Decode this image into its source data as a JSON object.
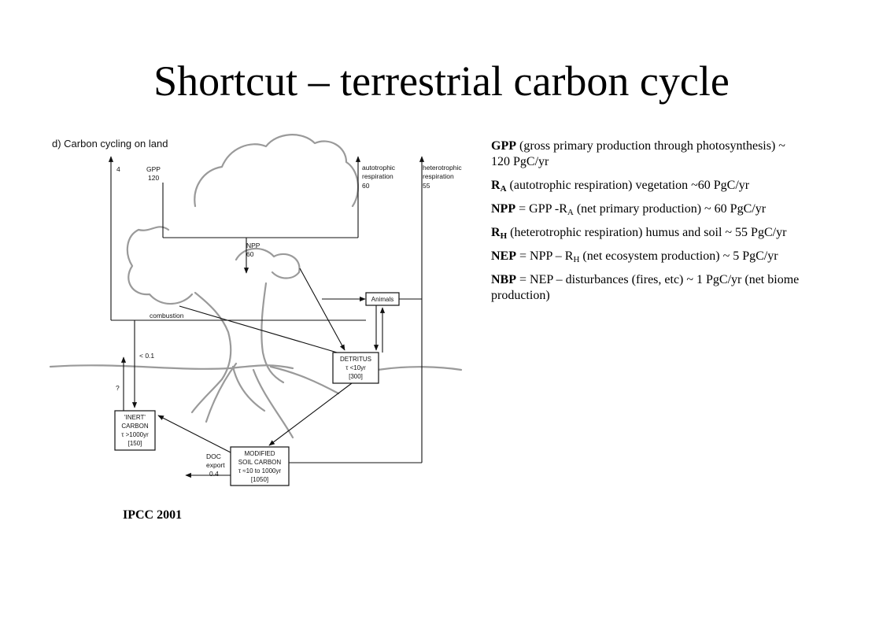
{
  "title": "Shortcut – terrestrial carbon cycle",
  "diagram": {
    "heading": "d) Carbon cycling on land",
    "flows": {
      "left_value": "4",
      "gpp_name": "GPP",
      "gpp_value": "120",
      "auto_resp_1": "autotrophic",
      "auto_resp_2": "respiration",
      "auto_resp_value": "60",
      "hetero_resp_1": "heterotrophic",
      "hetero_resp_2": "respiration",
      "hetero_resp_value": "55",
      "npp_name": "NPP",
      "npp_value": "60",
      "combustion": "combustion",
      "less_than": "< 0.1",
      "question": "?",
      "doc_1": "DOC",
      "doc_2": "export",
      "doc_3": "0.4"
    },
    "boxes": {
      "animals": "Animals",
      "detritus_1": "DETRITUS",
      "detritus_2": "τ <10yr",
      "detritus_3": "[300]",
      "inert_1": "'INERT'",
      "inert_2": "CARBON",
      "inert_3": "τ >1000yr",
      "inert_4": "[150]",
      "soil_1": "MODIFIED",
      "soil_2": "SOIL CARBON",
      "soil_3": "τ ≈10 to 1000yr",
      "soil_4": "[1050]"
    }
  },
  "notes": [
    {
      "parts": [
        {
          "t": "GPP",
          "s": "b"
        },
        {
          "t": " (gross primary production through photosynthesis) ~ 120 PgC/yr",
          "s": ""
        }
      ]
    },
    {
      "parts": [
        {
          "t": "R",
          "s": "b"
        },
        {
          "t": "A",
          "s": "b-sub"
        },
        {
          "t": " (autotrophic respiration) vegetation ~60 PgC/yr",
          "s": ""
        }
      ]
    },
    {
      "parts": [
        {
          "t": "NPP",
          "s": "b"
        },
        {
          "t": " = GPP -R",
          "s": ""
        },
        {
          "t": "A",
          "s": "sub"
        },
        {
          "t": " (net primary production)  ~ 60 PgC/yr",
          "s": ""
        }
      ]
    },
    {
      "parts": [
        {
          "t": "R",
          "s": "b"
        },
        {
          "t": "H",
          "s": "b-sub"
        },
        {
          "t": " (heterotrophic respiration) humus and soil ~ 55 PgC/yr",
          "s": ""
        }
      ]
    },
    {
      "parts": [
        {
          "t": "NEP",
          "s": "b"
        },
        {
          "t": " = NPP – R",
          "s": ""
        },
        {
          "t": "H",
          "s": "sub"
        },
        {
          "t": " (net ecosystem production) ~ 5 PgC/yr",
          "s": ""
        }
      ]
    },
    {
      "parts": [
        {
          "t": "NBP",
          "s": "b"
        },
        {
          "t": " = NEP – disturbances (fires, etc) ~ 1 PgC/yr (net biome production)",
          "s": ""
        }
      ]
    }
  ],
  "source": "IPCC 2001"
}
